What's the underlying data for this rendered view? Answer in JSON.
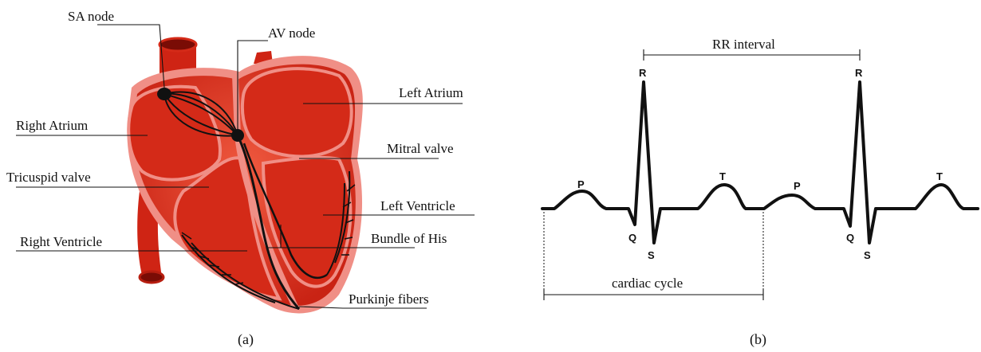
{
  "panel_a": {
    "caption": "(a)",
    "labels": {
      "sa_node": "SA node",
      "av_node": "AV node",
      "left_atrium": "Left Atrium",
      "right_atrium": "Right Atrium",
      "mitral_valve": "Mitral valve",
      "tricuspid_valve": "Tricuspid valve",
      "left_ventricle": "Left Ventricle",
      "right_ventricle": "Right Ventricle",
      "bundle_of_his": "Bundle of His",
      "purkinje_fibers": "Purkinje fibers"
    },
    "colors": {
      "tissue": "#d42a18",
      "tissue_light": "#e8432c",
      "pericardium": "#f08f86",
      "conduction": "#111111"
    }
  },
  "panel_b": {
    "caption": "(b)",
    "rr_interval": "RR interval",
    "cardiac_cycle": "cardiac cycle",
    "waves": {
      "p": "P",
      "q": "Q",
      "r": "R",
      "s": "S",
      "t": "T"
    }
  }
}
